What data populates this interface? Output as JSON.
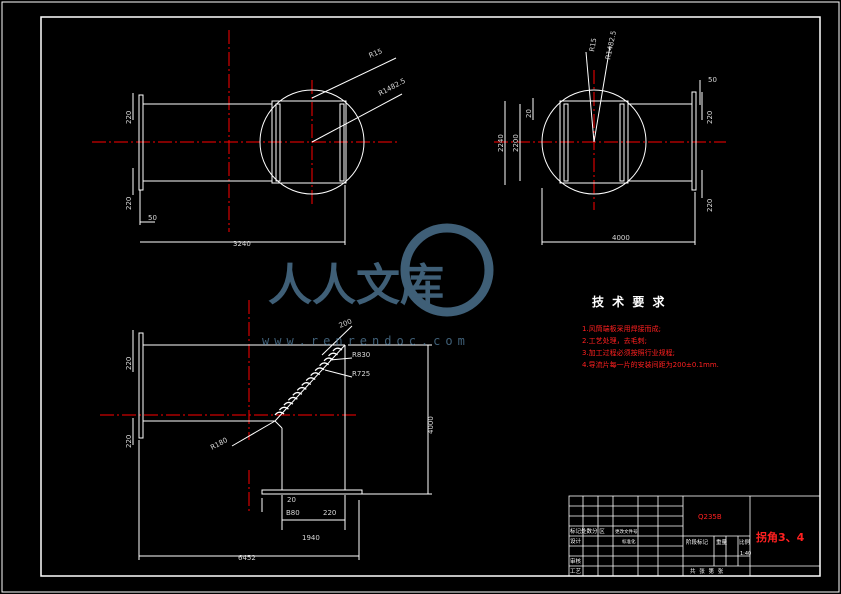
{
  "colors": {
    "background": "#000000",
    "line": "#ffffff",
    "center_line": "#ff0000",
    "text_red": "#ff2020",
    "dim": "#d8d8d8",
    "watermark": "#5a88aa"
  },
  "view_top_left": {
    "dim_220_top": "220",
    "dim_220_bottom": "220",
    "dim_50": "50",
    "dim_width": "3240",
    "label_r15": "R15",
    "label_r1482": "R1482.5"
  },
  "view_top_right": {
    "dim_50": "50",
    "dim_220_top": "220",
    "dim_220_bottom": "220",
    "dim_2240": "2240",
    "dim_2200": "2200",
    "dim_20": "20",
    "dim_width": "4000",
    "label_r15": "R15",
    "label_r1482": "R1482.5"
  },
  "view_bottom": {
    "dim_220_top": "220",
    "dim_220_bottom": "220",
    "dim_200": "200",
    "label_r830": "R830",
    "label_r725": "R725",
    "label_r180": "R180",
    "dim_4000": "4000",
    "dim_20": "20",
    "dim_b80": "B80",
    "dim_220_small": "220",
    "dim_1940": "1940",
    "dim_6452": "6452"
  },
  "watermark": {
    "text": "人人文库",
    "url": "www.renrendoc.com"
  },
  "tech_requirements": {
    "title": "技 术 要 求",
    "items": [
      "1.风筒端板采用焊接而成;",
      "2.工艺处理，去毛刺;",
      "3.加工过程必须按照行业规程;",
      "4.导流片每一片的安装间距为200±0.1mm."
    ]
  },
  "title_block": {
    "material": "Q235B",
    "part_name": "拐角3、4",
    "rows": [
      "标记处数分 区",
      "设计",
      "审核",
      "工艺"
    ],
    "row_extra_1": "更改文件号",
    "row_extra_2": "标准化",
    "stage_label": "阶段标记",
    "weight_label": "重量",
    "scale_label": "比例",
    "scale_value": "1:40",
    "sheet_label": "共 张  第 张"
  }
}
